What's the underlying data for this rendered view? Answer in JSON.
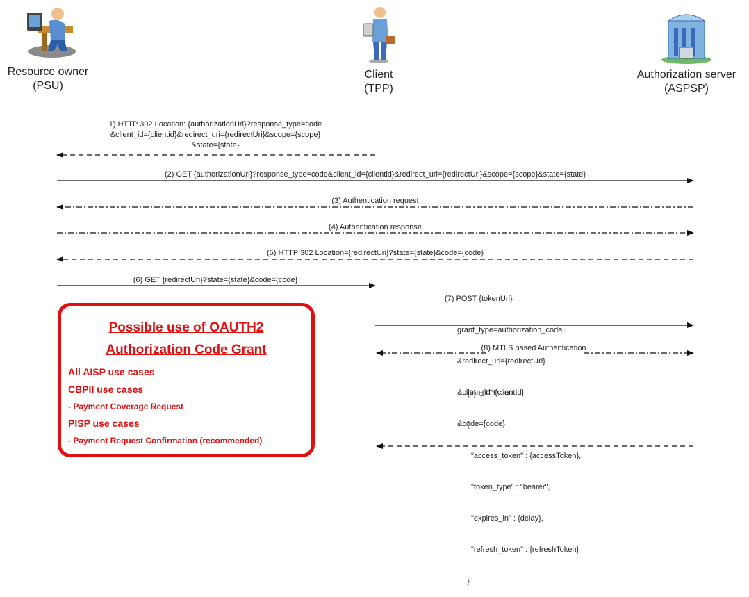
{
  "actors": {
    "psu": {
      "name": "Resource owner",
      "role": "(PSU)",
      "icon": "person-at-computer-icon"
    },
    "tpp": {
      "name": "Client",
      "role": "(TPP)",
      "icon": "businessman-icon"
    },
    "aspsp": {
      "name": "Authorization server",
      "role": "(ASPSP)",
      "icon": "bank-building-icon"
    }
  },
  "messages": {
    "m1": {
      "line1": "1) HTTP 302 Location: {authorizationUri}?response_type=code",
      "line2": "&client_id={clientid}&redirect_uri={redirectUri}&scope={scope}",
      "line3": "&state={state}"
    },
    "m2": "(2) GET {authorizationUri}?response_type=code&client_id={clientid}&redirect_uri={redirectUri}&scope={scope}&state={state}",
    "m3": "(3) Authentication request",
    "m4": "(4) Authentication response",
    "m5": "(5) HTTP 302 Location={redirectUri}?state={state}&code={code}",
    "m6": "(6) GET {redirectUri}?state={state}&code={code}",
    "m7": {
      "line1": "(7) POST {tokenUrl}",
      "line2": "grant_type=authorization_code",
      "line3": "&redirect_uri={redirectUri}",
      "line4": "&client_id={clientId}",
      "line5": "&code={code}"
    },
    "m8": "(8) MTLS based Authentication",
    "m9": {
      "line1": "(9) HTTP 200",
      "line2": "{",
      "line3": "\"access_token\" : {accessToken},",
      "line4": "\"token_type\" : \"bearer\",",
      "line5": "\"expires_in\" : {delay},",
      "line6": "\"refresh_token\" : {refreshToken}",
      "line7": "}"
    }
  },
  "note": {
    "title1": "Possible use of OAUTH2",
    "title2": "Authorization Code Grant",
    "items": [
      "All AISP use cases",
      "CBPII use cases",
      "- Payment Coverage Request",
      "PISP use cases",
      "- Payment Request Confirmation (recommended)"
    ]
  },
  "colors": {
    "note_red": "#e01010",
    "line": "#111111"
  }
}
